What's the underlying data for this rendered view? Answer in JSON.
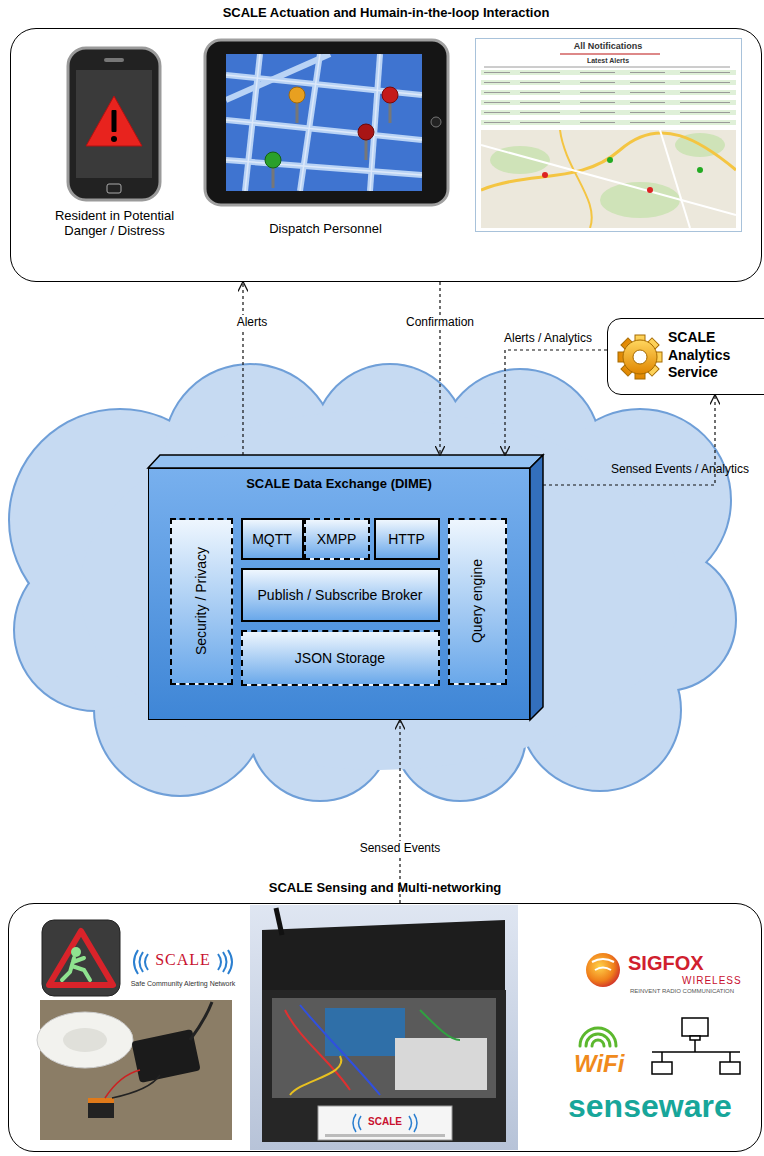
{
  "diagram": {
    "nodes": [
      {
        "text": [
          "SCALE Actuation and Humain-in-the-loop Interaction"
        ]
      },
      {
        "text": [
          "Resident in Potential Danger / Distress"
        ],
        "in": 0
      },
      {
        "text": [
          "Dispatch Personnel"
        ],
        "in": 0
      },
      {
        "text": [
          "All Notifications",
          "Latest Alerts"
        ],
        "in": 0
      },
      {
        "text": [
          "SCALE Analytics Service"
        ]
      },
      {
        "text": [
          "SCALE Data Exchange (DIME)"
        ]
      },
      {
        "text": [
          "Security / Privacy"
        ],
        "in": 5
      },
      {
        "text": [
          "MQTT"
        ],
        "in": 5
      },
      {
        "text": [
          "XMPP"
        ],
        "in": 5
      },
      {
        "text": [
          "HTTP"
        ],
        "in": 5
      },
      {
        "text": [
          "Publish / Subscribe Broker"
        ],
        "in": 5
      },
      {
        "text": [
          "JSON Storage"
        ],
        "in": 5
      },
      {
        "text": [
          "Query engine"
        ],
        "in": 5
      },
      {
        "text": [
          "SCALE Sensing and Multi-networking"
        ]
      }
    ],
    "edges": [
      {
        "from": 5,
        "to": 0,
        "label": "Alerts",
        "arrow": "to"
      },
      {
        "from": 0,
        "to": 5,
        "label": "Confirmation",
        "arrow": "to"
      },
      {
        "from": 4,
        "to": 5,
        "label": "Alerts / Analytics",
        "arrow": "to"
      },
      {
        "from": 5,
        "to": 4,
        "label": "Sensed Events / Analytics",
        "arrow": "to"
      },
      {
        "from": 13,
        "to": 5,
        "label": "Sensed Events",
        "arrow": "to"
      }
    ],
    "labels": [
      "SCALE",
      "Safe Community Alerting Network",
      "SCALE",
      "SIGFOX",
      "WIRELESS",
      "REINVENT RADIO COMMUNICATION",
      "WiFi",
      "senseware"
    ]
  }
}
